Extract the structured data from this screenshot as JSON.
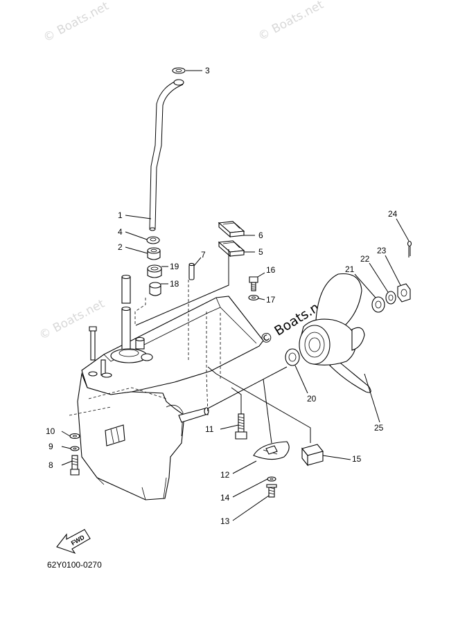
{
  "watermarks": {
    "top_left": "© Boats.net",
    "top_right": "© Boats.net",
    "mid_left": "© Boats.net",
    "center": "© Boats.net"
  },
  "callouts": {
    "p1": "1",
    "p2": "2",
    "p3": "3",
    "p4": "4",
    "p5": "5",
    "p6": "6",
    "p7": "7",
    "p8": "8",
    "p9": "9",
    "p10": "10",
    "p11": "11",
    "p12": "12",
    "p13": "13",
    "p14": "14",
    "p15": "15",
    "p16": "16",
    "p17": "17",
    "p18": "18",
    "p19": "19",
    "p20": "20",
    "p21": "21",
    "p22": "22",
    "p23": "23",
    "p24": "24",
    "p25": "25"
  },
  "fwd_label": "FWD",
  "diagram_code": "62Y0100-0270"
}
